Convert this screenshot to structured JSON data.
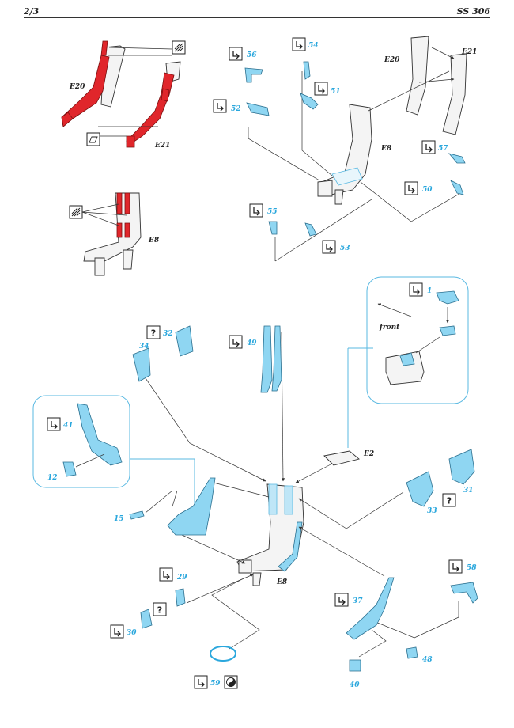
{
  "header": {
    "page": "2/3",
    "code": "SS 306"
  },
  "labels": {
    "e20_red": "E20",
    "e21_red": "E21",
    "e8_red": "E8",
    "e20_top": "E20",
    "e21_top": "E21",
    "e8_top": "E8",
    "e2": "E2",
    "e8_main": "E8",
    "front": "front"
  },
  "parts": {
    "p1": "1",
    "p12": "12",
    "p15": "15",
    "p29": "29",
    "p30": "30",
    "p31": "31",
    "p32": "32",
    "p33": "33",
    "p34": "34",
    "p37": "37",
    "p40": "40",
    "p41": "41",
    "p48": "48",
    "p49": "49",
    "p50": "50",
    "p51": "51",
    "p52": "52",
    "p53": "53",
    "p54": "54",
    "p55": "55",
    "p56": "56",
    "p57": "57",
    "p58": "58",
    "p59": "59"
  },
  "symbols": {
    "question": "?"
  },
  "colors": {
    "photo_etch": "#2aa7dd",
    "painted": "#e0262b"
  },
  "icons": [
    "bend-icon",
    "question-icon",
    "yinyang-icon",
    "hatch-icon",
    "surface-icon"
  ]
}
